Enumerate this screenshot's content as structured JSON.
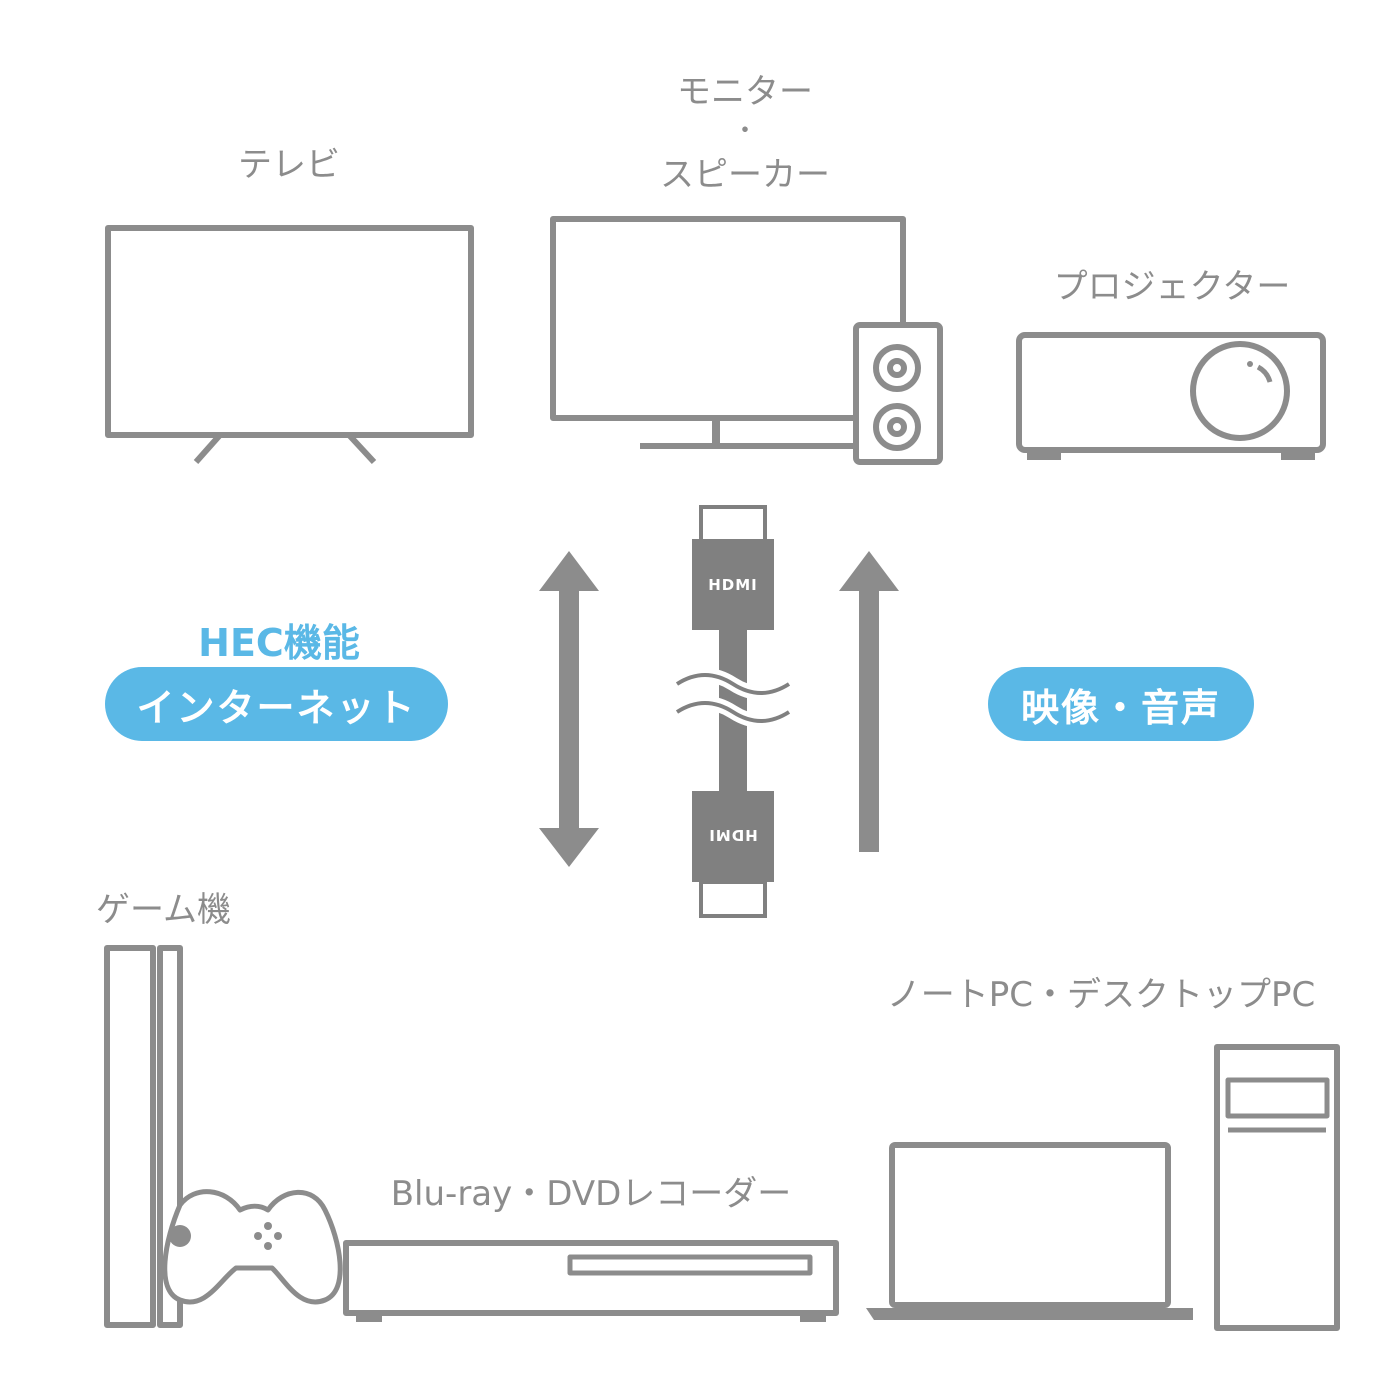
{
  "colors": {
    "line": "#8c8c8c",
    "arrow": "#8c8c8c",
    "accent": "#5ab8e6",
    "cable": "#808080"
  },
  "labels": {
    "tv": "テレビ",
    "monitor_line1": "モニター",
    "monitor_dot": "・",
    "monitor_line2": "スピーカー",
    "projector": "プロジェクター",
    "game": "ゲーム機",
    "pc": "ノートPC・デスクトップPC",
    "recorder": "Blu-ray・DVDレコーダー"
  },
  "hec": {
    "title": "HEC機能",
    "internet_pill": "インターネット"
  },
  "av_pill": "映像・音声",
  "cable": {
    "top_logo": "HDMI",
    "bottom_logo": "HDMI"
  },
  "icons": [
    "tv-icon",
    "monitor-icon",
    "speaker-icon",
    "projector-icon",
    "hdmi-cable-icon",
    "bidirectional-arrow-icon",
    "up-arrow-icon",
    "game-console-icon",
    "gamepad-icon",
    "recorder-icon",
    "laptop-icon",
    "desktop-tower-icon"
  ]
}
